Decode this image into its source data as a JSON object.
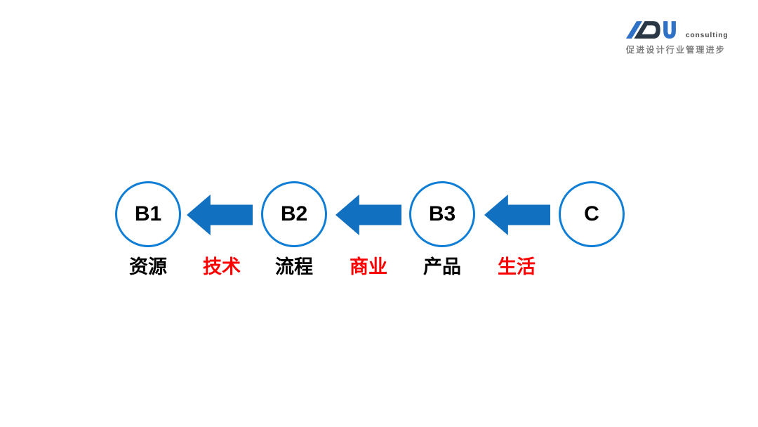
{
  "page": {
    "background": "#FFFFFF"
  },
  "logo": {
    "brand": "ADU",
    "suffix": "consulting",
    "tagline": "促进设计行业管理进步",
    "colors": {
      "blue": "#2E71C6",
      "dark": "#2A3845",
      "suffix_gray": "#4A4A4A",
      "tagline_gray": "#808080"
    }
  },
  "diagram": {
    "direction": "right-to-left",
    "nodes": [
      {
        "id": "B1",
        "label": "资源"
      },
      {
        "id": "B2",
        "label": "流程"
      },
      {
        "id": "B3",
        "label": "产品"
      },
      {
        "id": "C"
      }
    ],
    "arrows": [
      {
        "from": "B2",
        "to": "B1",
        "label": "技术"
      },
      {
        "from": "B3",
        "to": "B2",
        "label": "商业"
      },
      {
        "from": "C",
        "to": "B3",
        "label": "生活"
      }
    ],
    "colors": {
      "circle_stroke": "#0F7ED6",
      "arrow_fill": "#1170C0",
      "node_label": "#000000",
      "arrow_label": "#FF0000"
    }
  }
}
